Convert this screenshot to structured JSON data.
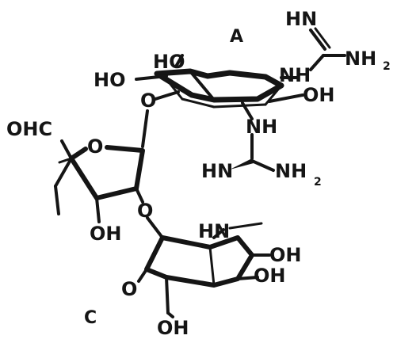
{
  "diagram": {
    "ring_labels": {
      "a": "A",
      "c": "C"
    },
    "atoms": {
      "ring_a_oxygen": "HO",
      "ring_a_hydroxyl_left": "HO",
      "ring_a_nh_right": "NH",
      "ring_a_oh_right": "OH",
      "ring_a_nh_bottom": "NH",
      "guanidine_top_nh": "HN",
      "guanidine_top_nh2": "NH",
      "guanidine_top_nh2_subscript": "2",
      "guanidine_bottom_hn": "HN",
      "guanidine_bottom_nh2": "NH",
      "guanidine_bottom_nh2_subscript": "2",
      "glycosidic_o_top": "O",
      "ring_b_oxygen": "O",
      "ring_b_aldehyde": "OHC",
      "ring_b_hydroxyl": "OH",
      "glycosidic_o_bottom": "O",
      "ring_c_hn": "HN",
      "ring_c_oh_upper": "OH",
      "ring_c_oh_lower": "OH",
      "ring_c_oxygen": "O",
      "ring_c_ch2oh": "OH"
    }
  }
}
